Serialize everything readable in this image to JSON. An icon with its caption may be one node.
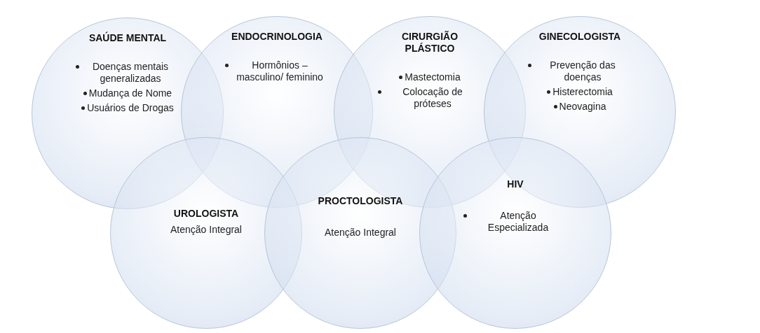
{
  "diagram": {
    "nodes": [
      {
        "text": [
          "SAÚDE MENTAL",
          "Doenças mentais generalizadas",
          "Mudança de Nome",
          "Usuários de Drogas"
        ]
      },
      {
        "text": [
          "ENDOCRINOLOGIA",
          "Hormônios – masculino/ feminino"
        ]
      },
      {
        "text": [
          "CIRURGIÃO PLÁSTICO",
          "Mastectomia",
          "Colocação de próteses"
        ]
      },
      {
        "text": [
          "GINECOLOGISTA",
          "Prevenção das doenças",
          "Histerectomia",
          "Neovagina"
        ]
      },
      {
        "text": [
          "UROLOGISTA",
          "Atenção Integral"
        ]
      },
      {
        "text": [
          "PROCTOLOGISTA",
          "Atenção Integral"
        ]
      },
      {
        "text": [
          "HIV",
          "Atenção Especializada"
        ]
      }
    ],
    "edges": []
  }
}
